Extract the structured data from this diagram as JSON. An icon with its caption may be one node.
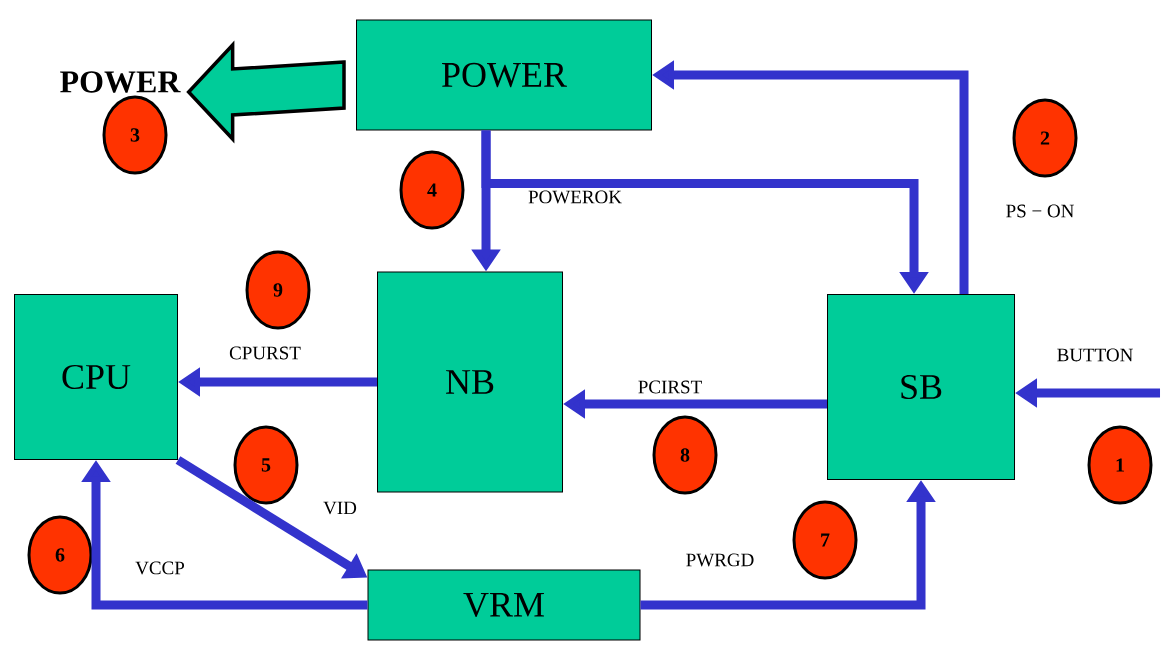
{
  "diagram": {
    "nodes": [
      {
        "text": [
          "POWER"
        ]
      },
      {
        "text": [
          "POWER"
        ]
      },
      {
        "text": [
          "NB"
        ]
      },
      {
        "text": [
          "CPU"
        ]
      },
      {
        "text": [
          "SB"
        ]
      },
      {
        "text": [
          "VRM"
        ]
      },
      {
        "text": [
          "1"
        ]
      },
      {
        "text": [
          "2"
        ]
      },
      {
        "text": [
          "3"
        ]
      },
      {
        "text": [
          "4"
        ]
      },
      {
        "text": [
          "5"
        ]
      },
      {
        "text": [
          "6"
        ]
      },
      {
        "text": [
          "7"
        ]
      },
      {
        "text": [
          "8"
        ]
      },
      {
        "text": [
          "9"
        ]
      }
    ],
    "edges": [
      {
        "from": 0,
        "to": 1,
        "arrow": "to",
        "style": "thick",
        "color": "#00cc99"
      },
      {
        "from": 0,
        "to": 2,
        "arrow": "to"
      },
      {
        "from": 0,
        "to": 4,
        "arrow": "to",
        "label": "POWEROK"
      },
      {
        "from": 4,
        "to": 0,
        "arrow": "to",
        "label": "PS − ON"
      },
      {
        "from": null,
        "to": 4,
        "arrow": "to",
        "label": "BUTTON"
      },
      {
        "from": 2,
        "to": 3,
        "arrow": "to",
        "label": "CPURST"
      },
      {
        "from": 4,
        "to": 2,
        "arrow": "to",
        "label": "PCIRST"
      },
      {
        "from": 3,
        "to": 5,
        "arrow": "to",
        "label": "VID"
      },
      {
        "from": 5,
        "to": 3,
        "arrow": "to",
        "label": "VCCP"
      },
      {
        "from": 5,
        "to": 4,
        "arrow": "to",
        "label": "PWRGD"
      }
    ]
  }
}
